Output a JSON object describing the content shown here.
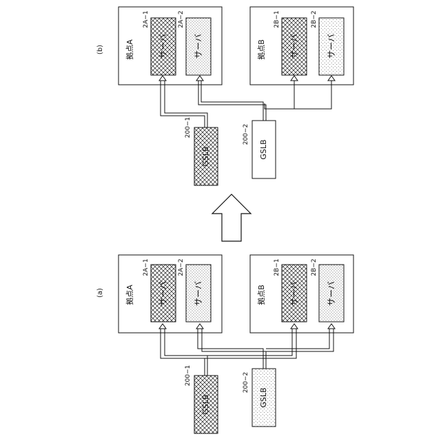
{
  "panel_b": {
    "label": "(b)",
    "site_a": {
      "name": "拠点A",
      "server1_id": "2A−1",
      "server2_id": "2A−2",
      "server1_text": "サーバ",
      "server2_text": "サーバ"
    },
    "site_b": {
      "name": "拠点B",
      "server1_id": "2B−1",
      "server2_id": "2B−2",
      "server1_text": "サーバ",
      "server2_text": "サーバ"
    },
    "gslb1": {
      "id": "200−1",
      "text": "GSLB"
    },
    "gslb2": {
      "id": "200−2",
      "text": "GSLB"
    }
  },
  "panel_a": {
    "label": "(a)",
    "site_a": {
      "name": "拠点A",
      "server1_id": "2A−1",
      "server2_id": "2A−2",
      "server1_text": "サーバ",
      "server2_text": "サーバ"
    },
    "site_b": {
      "name": "拠点B",
      "server1_id": "2B−1",
      "server2_id": "2B−2",
      "server1_text": "サーバ",
      "server2_text": "サーバ"
    },
    "gslb1": {
      "id": "200−1",
      "text": "GSLB"
    },
    "gslb2": {
      "id": "200−2",
      "text": "GSLB"
    }
  }
}
